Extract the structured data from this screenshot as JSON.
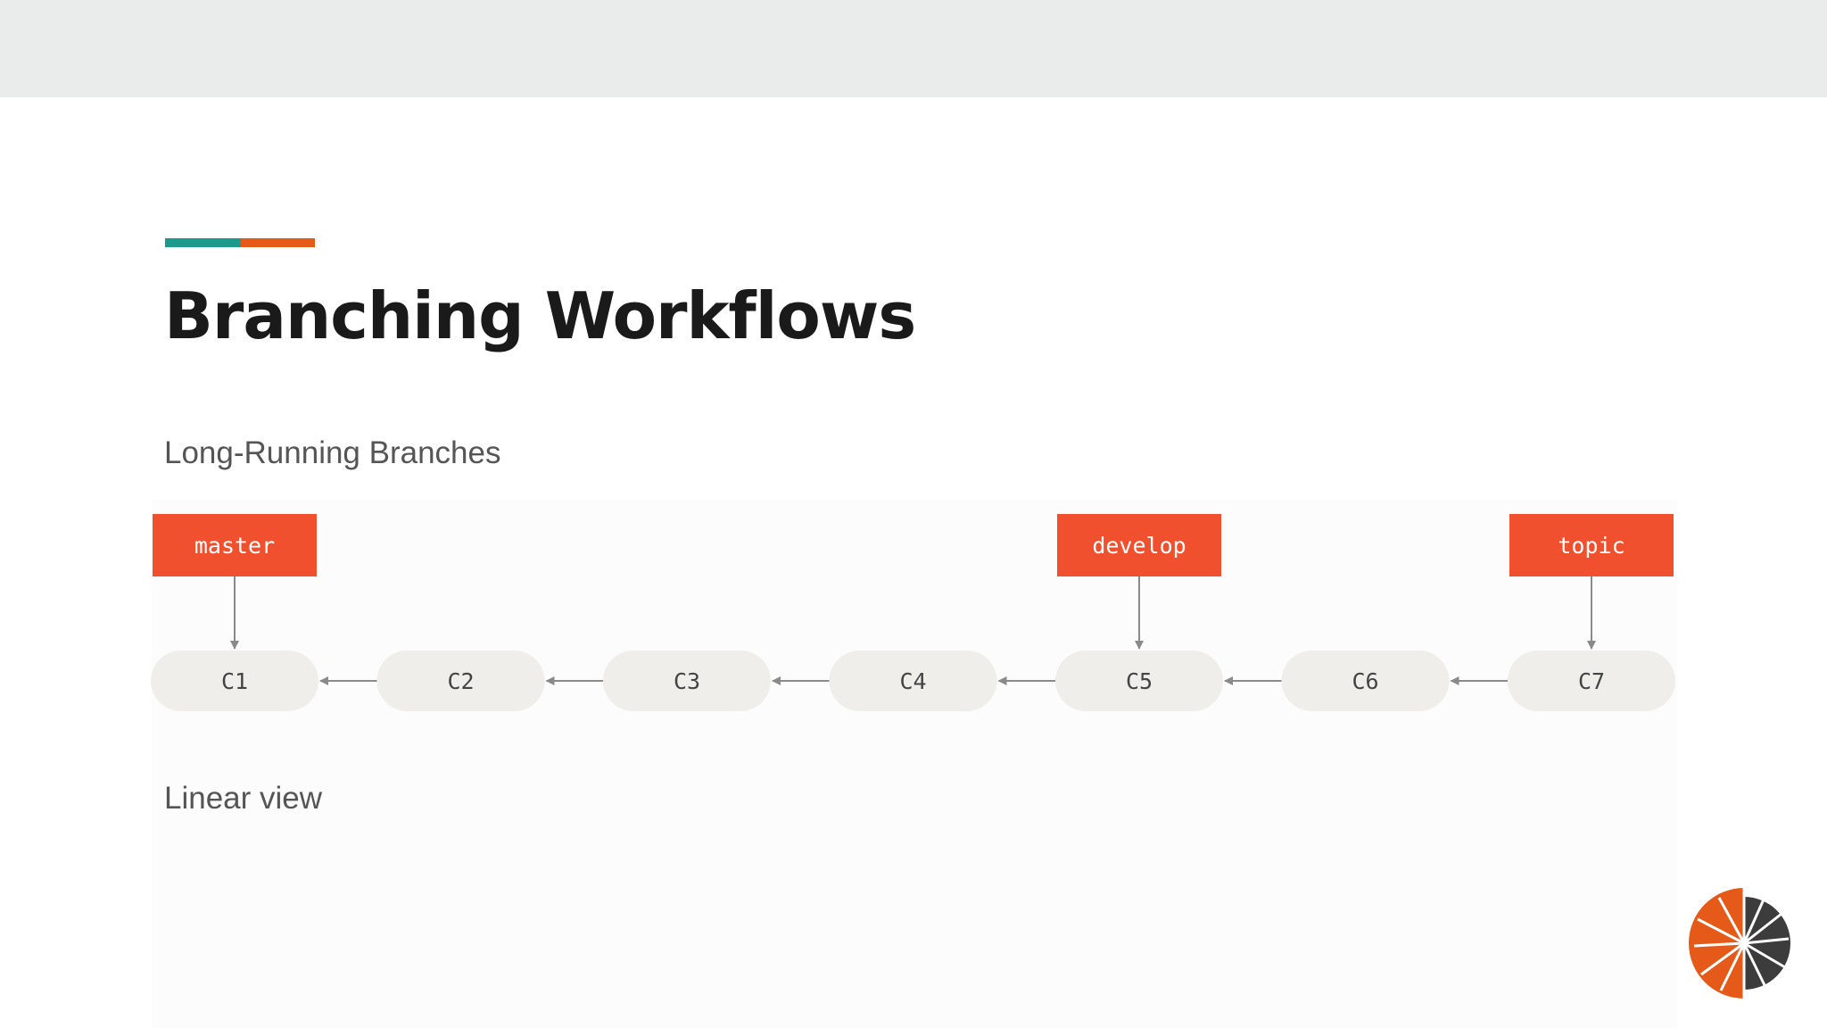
{
  "slide": {
    "title": "Branching Workflows",
    "subtitle": "Long-Running Branches",
    "caption": "Linear view"
  },
  "colors": {
    "top_band": "#e9eceb",
    "accent_teal": "#1b9a8c",
    "accent_orange": "#e65a19",
    "branch_label": "#f0502d",
    "commit_fill": "#efeeea",
    "arrow": "#8a8a8a"
  },
  "diagram": {
    "commits": [
      "C1",
      "C2",
      "C3",
      "C4",
      "C5",
      "C6",
      "C7"
    ],
    "branches": [
      {
        "name": "master",
        "points_to": "C1"
      },
      {
        "name": "develop",
        "points_to": "C5"
      },
      {
        "name": "topic",
        "points_to": "C7"
      }
    ],
    "parent_links": [
      {
        "from": "C2",
        "to": "C1"
      },
      {
        "from": "C3",
        "to": "C2"
      },
      {
        "from": "C4",
        "to": "C3"
      },
      {
        "from": "C5",
        "to": "C4"
      },
      {
        "from": "C6",
        "to": "C5"
      },
      {
        "from": "C7",
        "to": "C6"
      }
    ]
  },
  "logo": {
    "icon": "company-logo-icon"
  }
}
